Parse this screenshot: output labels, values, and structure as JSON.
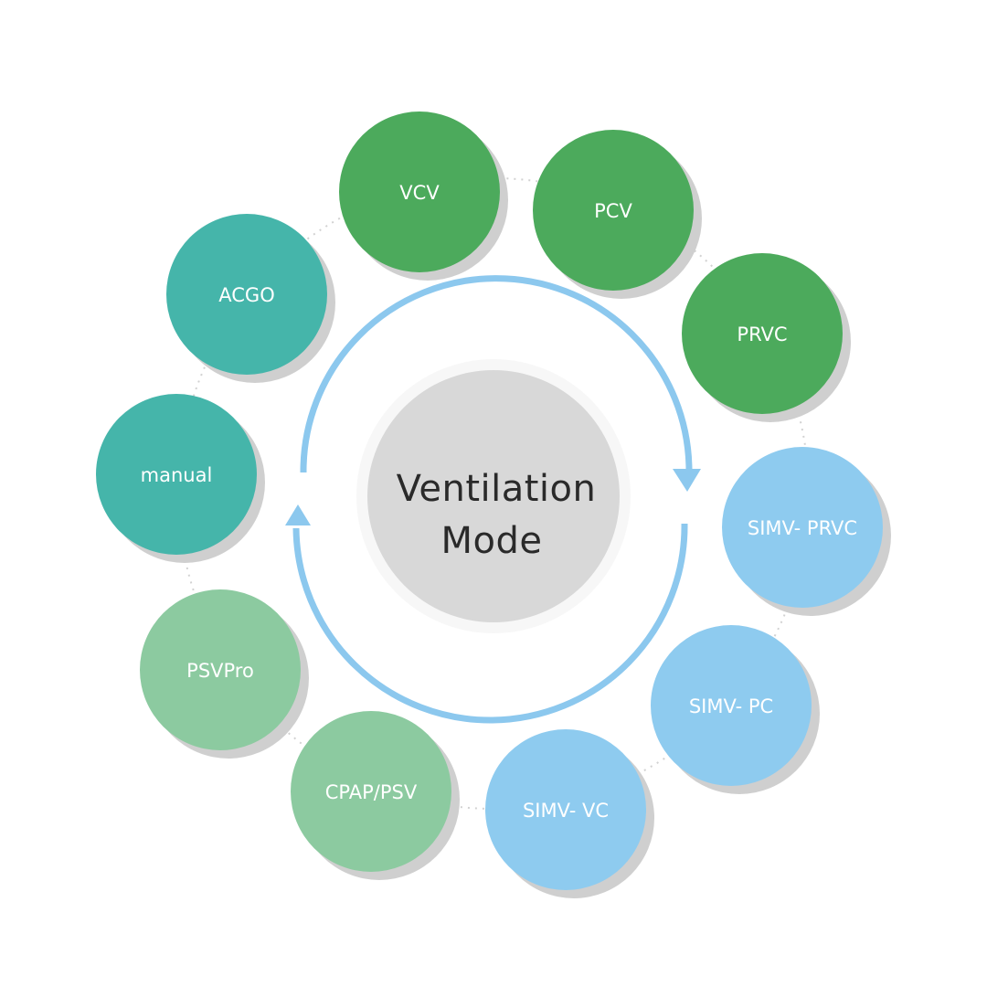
{
  "center": {
    "line1": "Ventilation",
    "line2": "Mode",
    "color": "#d8d8d8"
  },
  "colors": {
    "dark_green": "#4caa5c",
    "teal": "#45b5aa",
    "light_green": "#8ccaa0",
    "light_blue": "#8ecbef",
    "arrow": "#8cc8ee",
    "shadow": "#cfcfcf"
  },
  "modes": [
    {
      "label": "VCV",
      "color_key": "dark_green"
    },
    {
      "label": "PCV",
      "color_key": "dark_green"
    },
    {
      "label": "PRVC",
      "color_key": "dark_green"
    },
    {
      "label": "SIMV- PRVC",
      "color_key": "light_blue"
    },
    {
      "label": "SIMV- PC",
      "color_key": "light_blue"
    },
    {
      "label": "SIMV- VC",
      "color_key": "light_blue"
    },
    {
      "label": "CPAP/PSV",
      "color_key": "light_green"
    },
    {
      "label": "PSVPro",
      "color_key": "light_green"
    },
    {
      "label": "manual",
      "color_key": "teal"
    },
    {
      "label": "ACGO",
      "color_key": "teal"
    }
  ]
}
